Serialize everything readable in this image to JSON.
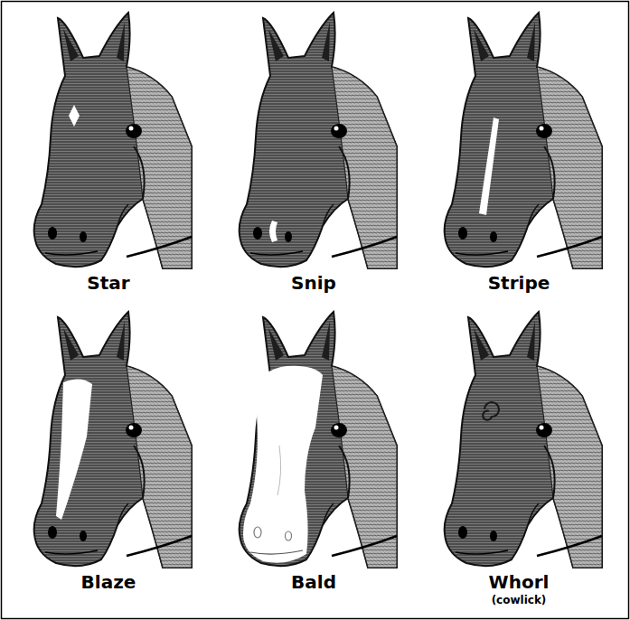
{
  "diagram": {
    "labels": [
      "Star",
      "Snip",
      "Stripe",
      "Blaze",
      "Bald",
      "Whorl",
      "(cowlick)"
    ]
  }
}
